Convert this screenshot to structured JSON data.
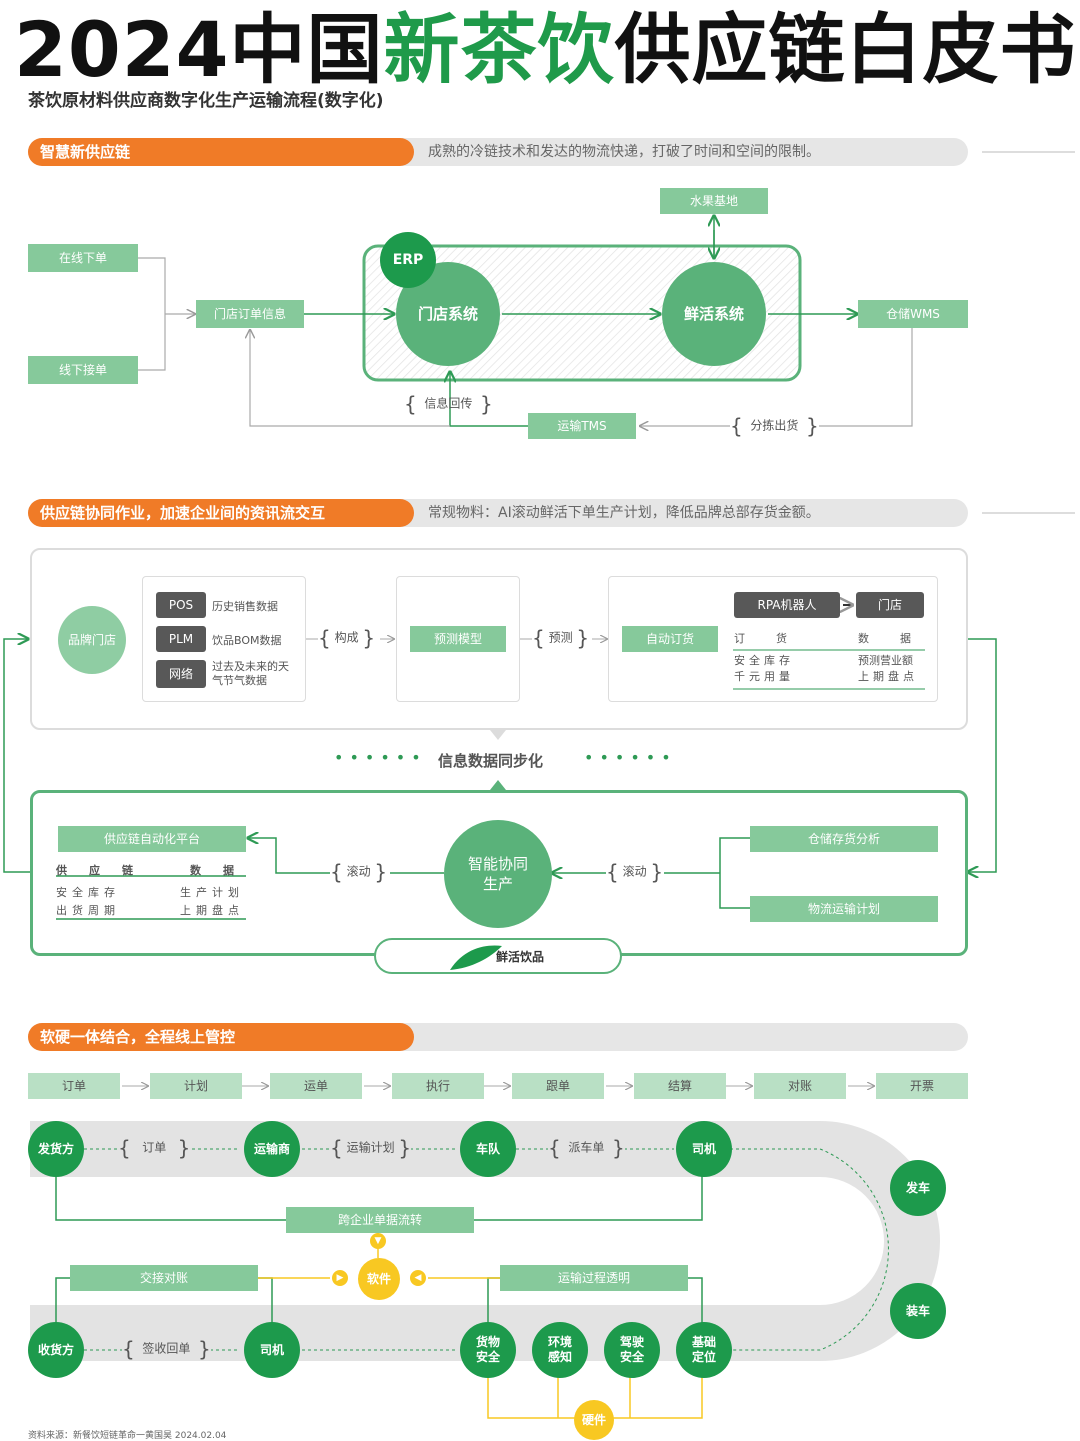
{
  "title": {
    "part1": "2024中国",
    "part2": "新茶饮",
    "part3": "供应链白皮书"
  },
  "subtitle": "茶饮原材料供应商数字化生产运输流程(数字化)",
  "section1": {
    "tag": "智慧新供应链",
    "desc": "成熟的冷链技术和发达的物流快递，打破了时间和空间的限制。",
    "online_order": "在线下单",
    "offline_order": "线下接单",
    "store_order_info": "门店订单信息",
    "erp": "ERP",
    "store_system": "门店系统",
    "fresh_system": "鲜活系统",
    "fruit_base": "水果基地",
    "warehouse": "仓储WMS",
    "info_return": "信息回传",
    "transport": "运输TMS",
    "sort_ship": "分拣出货"
  },
  "section2": {
    "tag": "供应链协同作业，加速企业间的资讯流交互",
    "desc": "常规物料：AI滚动鲜活下单生产计划，降低品牌总部存货金额。",
    "brand_store": "品牌门店",
    "data_sources": [
      {
        "tag": "POS",
        "text": "历史销售数据"
      },
      {
        "tag": "PLM",
        "text": "饮品BOM数据"
      },
      {
        "tag": "网络",
        "text": "过去及未来的天气节气数据"
      }
    ],
    "compose": "构成",
    "forecast_model": "预测模型",
    "forecast": "预测",
    "auto_order": "自动订货",
    "rpa": "RPA机器人",
    "store": "门店",
    "order_data": {
      "left": "订　货",
      "right": "数　据"
    },
    "order_rows": [
      {
        "left": "安全库存",
        "right": "预测营业额"
      },
      {
        "left": "千元用量",
        "right": "上期盘点"
      }
    ],
    "sync": "信息数据同步化",
    "platform": "供应链自动化平台",
    "supply_data": {
      "left": "供应链",
      "right": "数据"
    },
    "supply_rows": [
      {
        "left": "安全库存",
        "right": "生产计划"
      },
      {
        "left": "出货周期",
        "right": "上期盘点"
      }
    ],
    "rolling_left": "滚动",
    "smart_production": "智能协同生产",
    "rolling_right": "滚动",
    "inventory_analysis": "仓储存货分析",
    "logistics_plan": "物流运输计划",
    "brand_label": "鲜活饮品"
  },
  "section3": {
    "tag": "软硬一体结合，全程线上管控",
    "steps": [
      "订单",
      "计划",
      "运单",
      "执行",
      "跟单",
      "结算",
      "对账",
      "开票"
    ],
    "shipper": "发货方",
    "order": "订单",
    "carrier": "运输商",
    "transport_plan": "运输计划",
    "fleet": "车队",
    "dispatch": "派车单",
    "driver_top": "司机",
    "depart": "发车",
    "cross_enterprise": "跨企业单据流转",
    "reconcile": "交接对账",
    "software": "软件",
    "transparency": "运输过程透明",
    "loading": "装车",
    "receiver": "收货方",
    "receipt": "签收回单",
    "driver_bottom": "司机",
    "cargo_safety": "货物安全",
    "env_sense": "环境感知",
    "driving_safety": "驾驶安全",
    "base_position": "基础定位",
    "hardware": "硬件"
  },
  "source": "资料来源：新餐饮短链革命一黄国昊 2024.02.04"
}
